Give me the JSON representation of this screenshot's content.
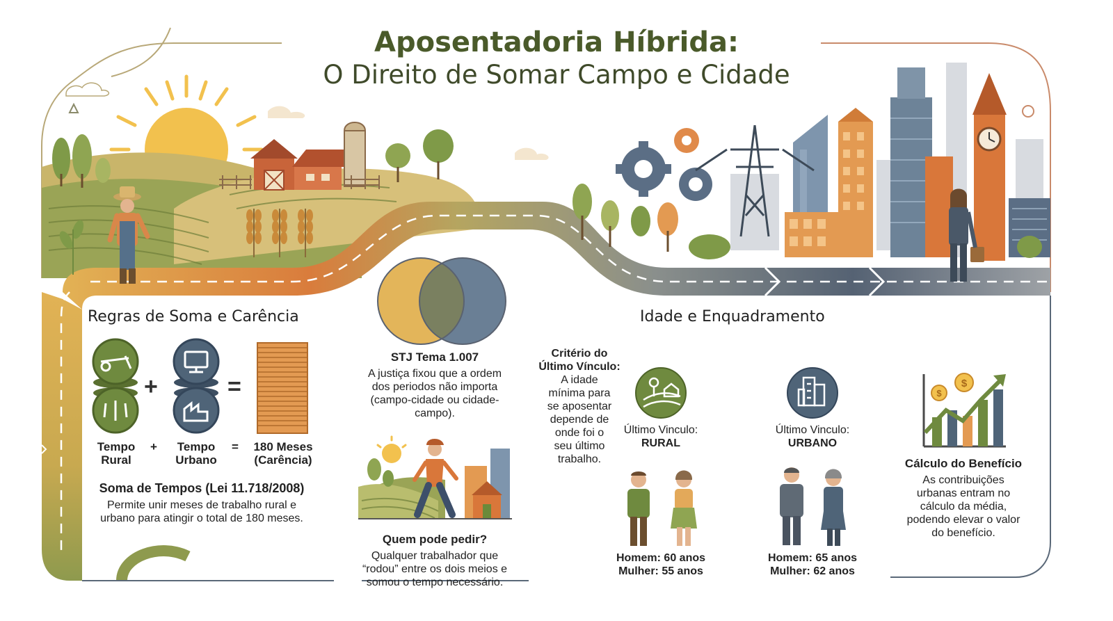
{
  "header": {
    "title": "Aposentadoria Híbrida:",
    "subtitle": "O Direito de Somar Campo e Cidade"
  },
  "regras": {
    "heading": "Regras de Soma e Carência",
    "equation": {
      "item1": [
        "Tempo",
        "Rural"
      ],
      "plus": "+",
      "item2": [
        "Tempo",
        "Urbano"
      ],
      "equals": "=",
      "result": [
        "180 Meses",
        "(Carência)"
      ]
    },
    "soma_title": "Soma de Tempos (Lei 11.718/2008)",
    "soma_text": [
      "Permite unir meses de trabalho rural e",
      "urbano para atingir o total de 180 meses."
    ]
  },
  "stj": {
    "title": "STJ Tema 1.007",
    "text": [
      "A justiça fixou que a ordem",
      "dos periodos não importa",
      "(campo-cidade ou cidade-",
      "campo)."
    ]
  },
  "quem": {
    "title": "Quem pode pedir?",
    "text": [
      "Qualquer trabalhador que",
      "“rodou” entre os dois meios e",
      "somou o tempo necessário."
    ]
  },
  "idade": {
    "heading": "Idade e Enquadramento",
    "criterio_title": [
      "Critério do",
      "Último Vínculo:"
    ],
    "criterio_text": [
      "A idade",
      "mínima para",
      "se aposentar",
      "depende de",
      "onde foi o",
      "seu último",
      "trabalho."
    ],
    "rural": {
      "label": "Último Vinculo:",
      "value": "RURAL",
      "homem": "Homem: 60 anos",
      "mulher": "Mulher: 55 anos"
    },
    "urbano": {
      "label": "Último Vinculo:",
      "value": "URBANO",
      "homem": "Homem: 65 anos",
      "mulher": "Mulher: 62 anos"
    }
  },
  "calculo": {
    "title": "Cálculo do Benefício",
    "text": [
      "As contribuições",
      "urbanas entram no",
      "cálculo da média,",
      "podendo elevar o valor",
      "do benefício."
    ]
  },
  "colors": {
    "olive": "#6f8a3f",
    "slate": "#4f6478",
    "orange": "#d9772e",
    "gold": "#e8b24a",
    "title": "#4a5a2a"
  }
}
